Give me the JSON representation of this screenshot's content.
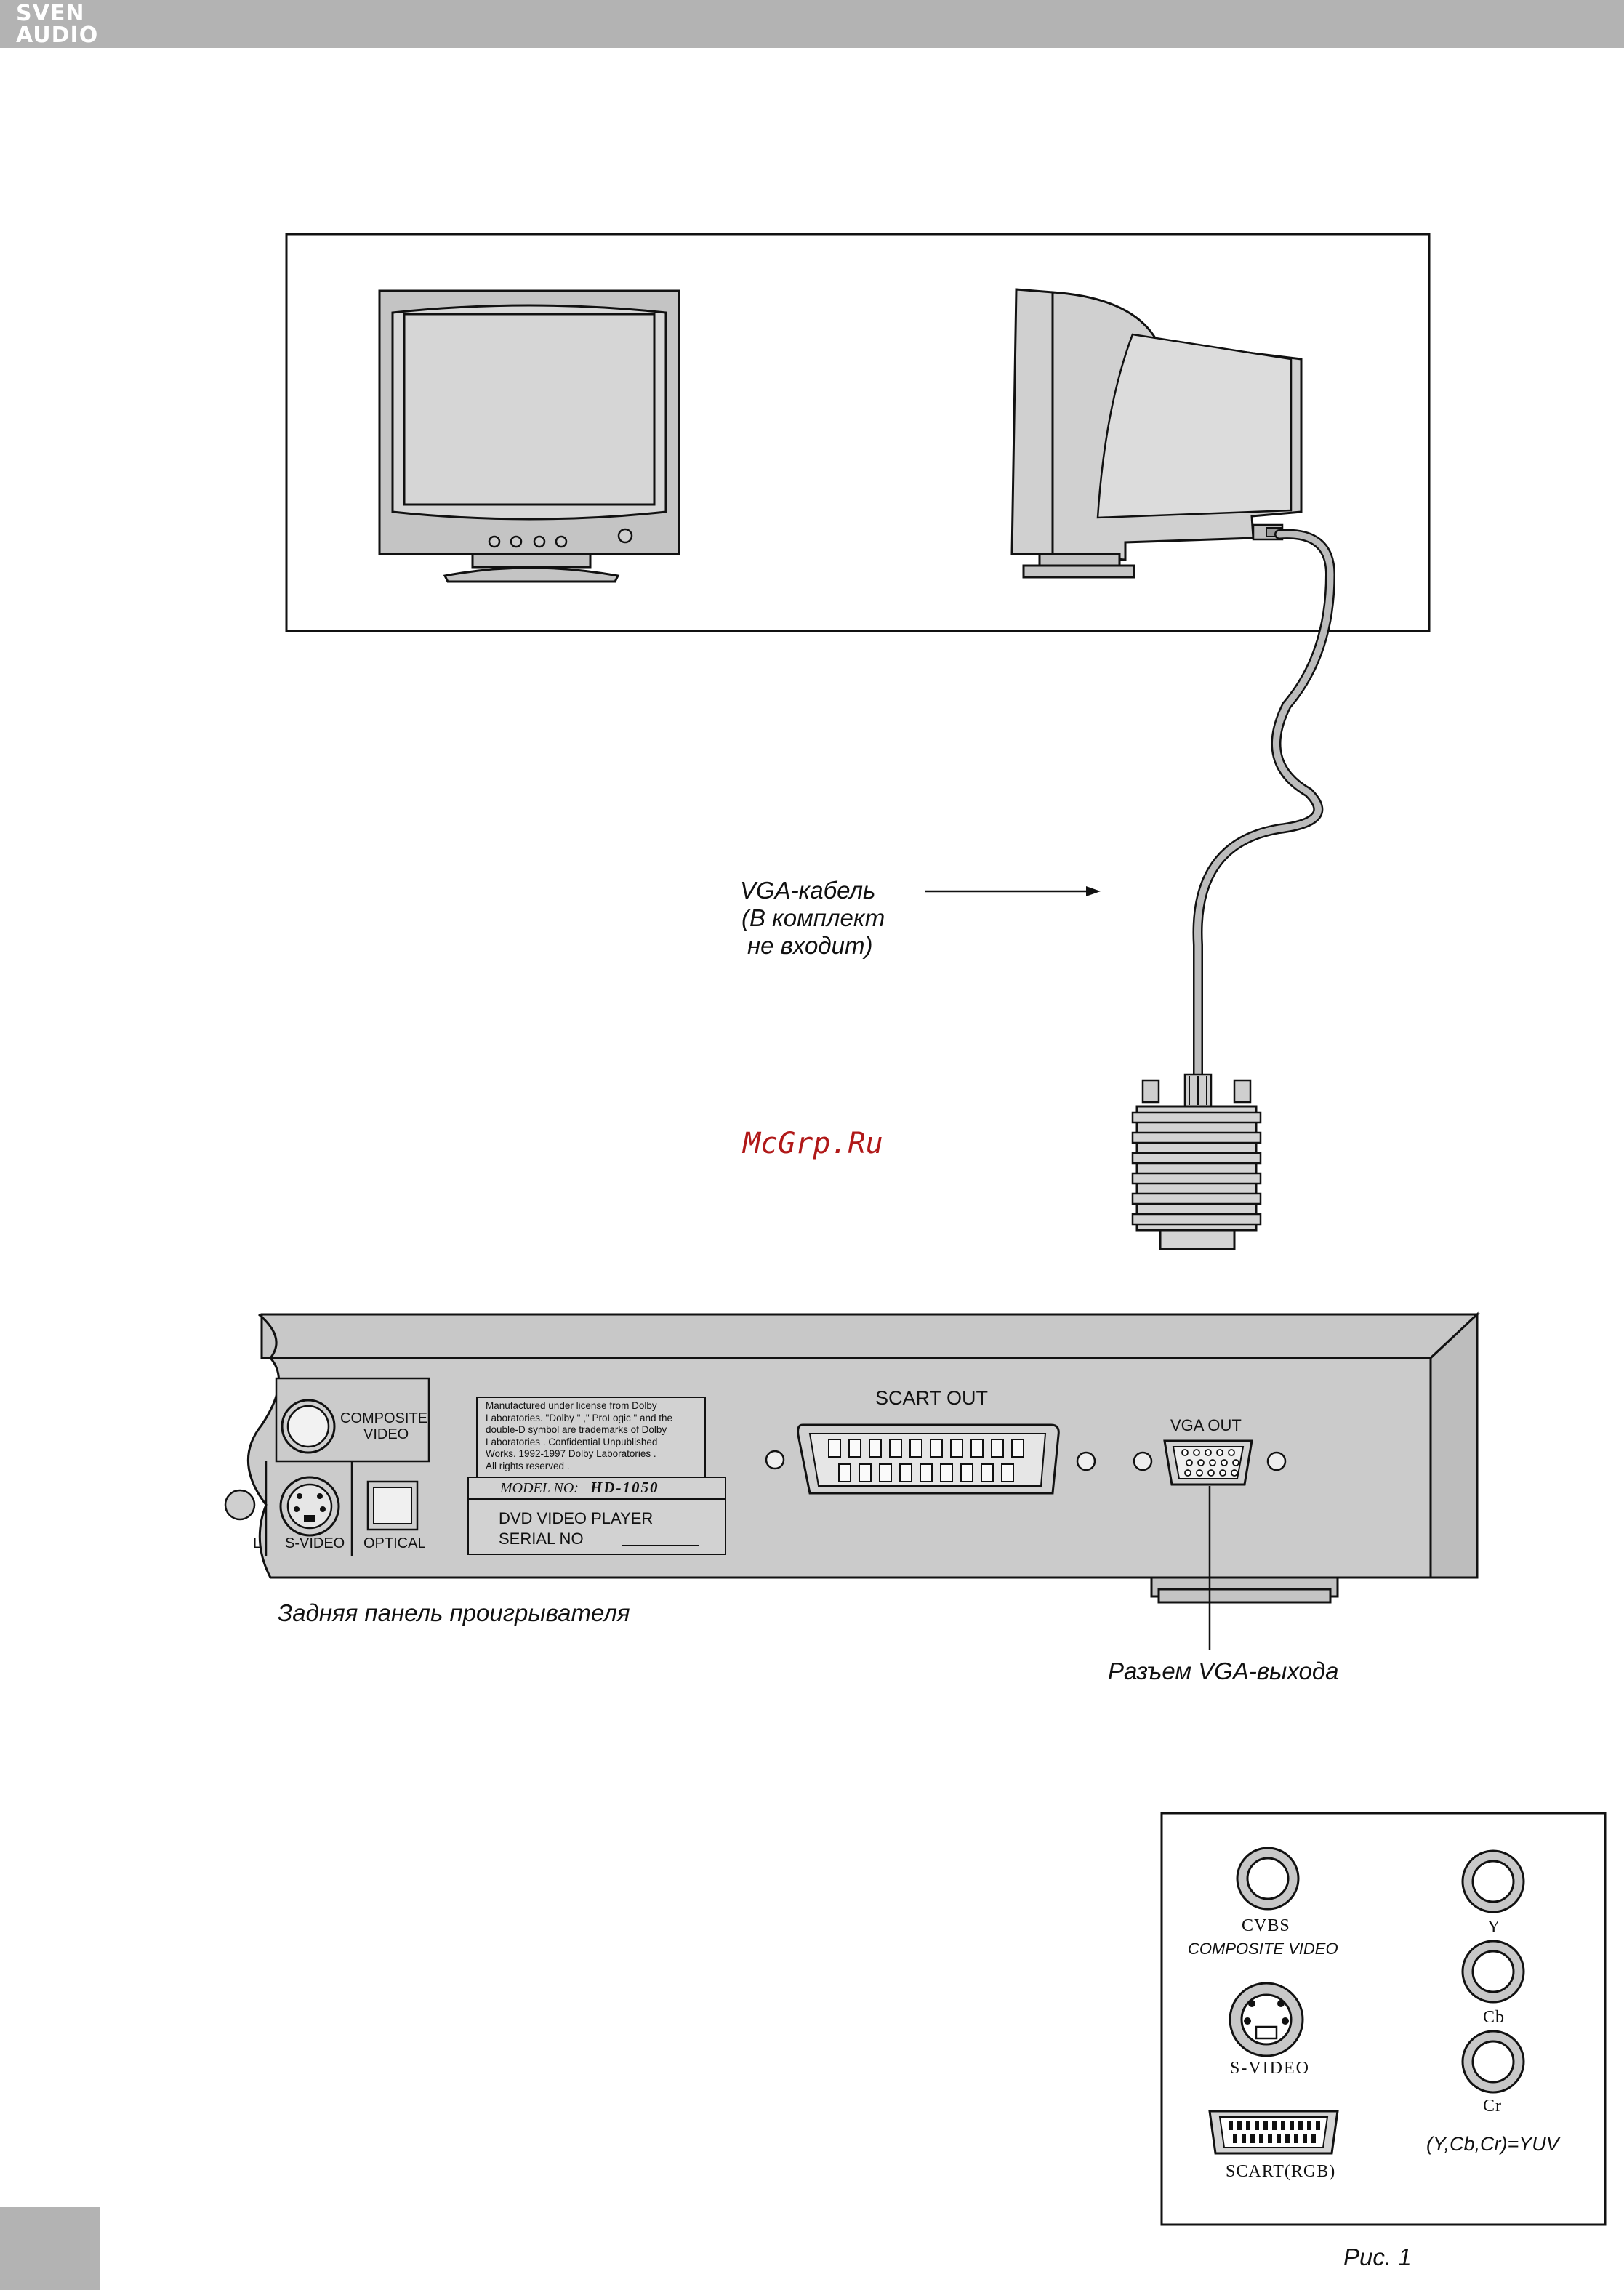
{
  "brand": {
    "line1": "SVEN",
    "line2": "AUDIO"
  },
  "labels": {
    "vga_cable_l1": "VGA-кабель",
    "vga_cable_l2": "(В комплект",
    "vga_cable_l3": "не входит)",
    "watermark": "McGrp.Ru",
    "rear_panel": "Задняя панель проигрывателя",
    "vga_out_connector": "Разъем VGA-выхода",
    "figure_caption": "Рис. 1"
  },
  "player": {
    "composite_l1": "COMPOSITE",
    "composite_l2": "VIDEO",
    "svideo": "S-VIDEO",
    "optical": "OPTICAL",
    "partial_label": "L",
    "scart_out": "SCART  OUT",
    "vga_out": "VGA  OUT",
    "license_lines": [
      "Manufactured  under  license  from  Dolby",
      "Laboratories. \"Dolby \" ,\" ProLogic \" and  the",
      "double-D  symbol  are  trademarks  of  Dolby",
      "Laboratories .  Confidential   Unpublished",
      "Works.     1992-1997 Dolby  Laboratories .",
      "All  rights  reserved ."
    ],
    "model_prefix": "MODEL NO:",
    "model_number": "HD-1050",
    "product": "DVD VIDEO PLAYER",
    "serial": "SERIAL  NO"
  },
  "legend": {
    "cvbs": "CVBS",
    "composite_video": "COMPOSITE VIDEO",
    "svideo": "S-VIDEO",
    "scart": "SCART(RGB)",
    "y": "Y",
    "cb": "Cb",
    "cr": "Cr",
    "yuv": "(Y,Cb,Cr)=YUV"
  }
}
